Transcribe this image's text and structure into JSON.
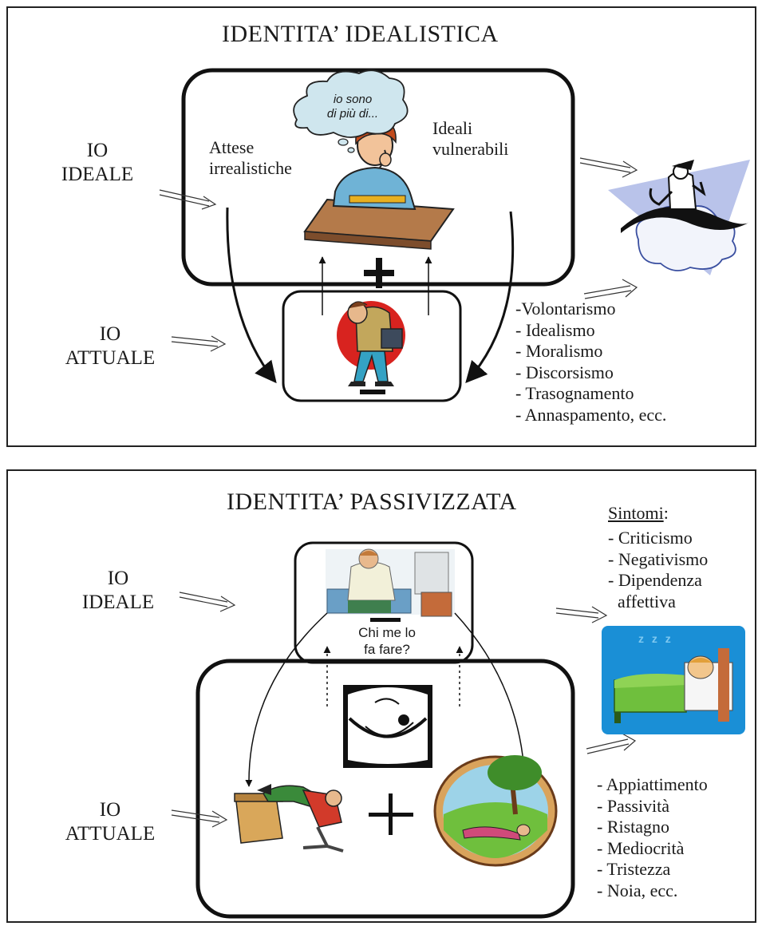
{
  "top": {
    "title": "IDENTITA’ IDEALISTICA",
    "io_ideale": [
      "IO",
      "IDEALE"
    ],
    "io_attuale": [
      "IO",
      "ATTUALE"
    ],
    "attese": [
      "Attese",
      "irrealistiche"
    ],
    "ideali": [
      "Ideali",
      "vulnerabili"
    ],
    "bubble": [
      "io sono",
      "di più di..."
    ],
    "plus": "+",
    "minus": "−",
    "symptoms": [
      "-Volontarismo",
      "- Idealismo",
      "- Moralismo",
      "- Discorsismo",
      "- Trasognamento",
      "- Annaspamento, ecc."
    ]
  },
  "bottom": {
    "title": "IDENTITA’ PASSIVIZZATA",
    "io_ideale": [
      "IO",
      "IDEALE"
    ],
    "io_attuale": [
      "IO",
      "ATTUALE"
    ],
    "caption": [
      "Chi me lo",
      "fa fare?"
    ],
    "sintomi_label": "Sintomi",
    "sintomi_colon": ":",
    "sintomi": [
      "- Criticismo",
      "- Negativismo",
      "- Dipendenza",
      "  affettiva"
    ],
    "zzz": "z z z",
    "symptoms": [
      "- Appiattimento",
      "- Passività",
      "- Ristagno",
      "- Mediocrità",
      "- Tristezza",
      "- Noia, ecc."
    ]
  },
  "icons": [
    "thinking-student-icon",
    "thought-bubble-icon",
    "flying-man-cloud-icon",
    "sad-man-icon",
    "tired-man-couch-icon",
    "man-hammock-icon",
    "man-feet-on-desk-icon",
    "man-sleeping-grass-icon",
    "sleeping-child-bed-icon"
  ]
}
